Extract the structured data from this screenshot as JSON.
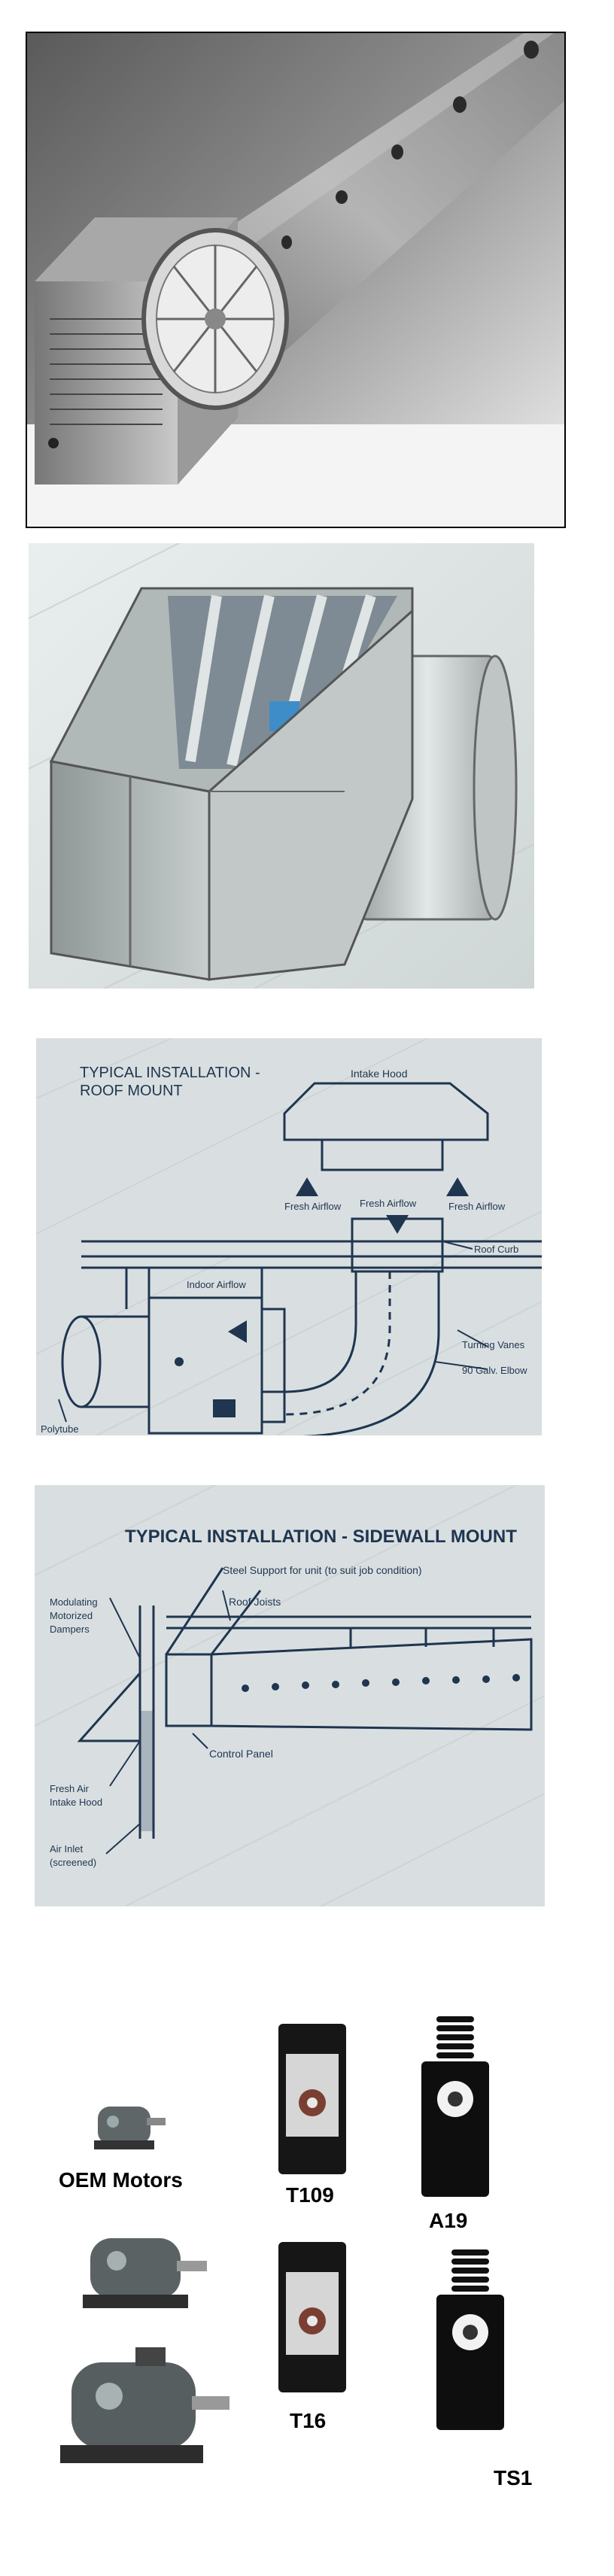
{
  "photos": {
    "duct": {
      "alt": "Polytube duct with intake housing"
    },
    "unit": {
      "alt": "Heater unit with louvers and round outlet"
    }
  },
  "roof_diagram": {
    "title_line1": "TYPICAL INSTALLATION -",
    "title_line2": "ROOF MOUNT",
    "intake_hood": "Intake Hood",
    "fresh_airflow_left": "Fresh Airflow",
    "fresh_airflow_center": "Fresh Airflow",
    "fresh_airflow_right": "Fresh Airflow",
    "roof_curb": "Roof Curb",
    "indoor_airflow": "Indoor Airflow",
    "turning_vanes": "Turning Vanes",
    "elbow": "90 Galv. Elbow",
    "polytube": "Polytube"
  },
  "sidewall_diagram": {
    "title": "TYPICAL INSTALLATION - SIDEWALL MOUNT",
    "steel_support": "Steel Support for unit (to suit job condition)",
    "roof_joists": "Roof Joists",
    "dampers": [
      "Modulating",
      "Motorized",
      "Dampers"
    ],
    "hood": [
      "Fresh Air",
      "Intake Hood"
    ],
    "control_panel": "Control Panel",
    "air_inlet": [
      "Air Inlet",
      "(screened)"
    ]
  },
  "products": {
    "motors_label": "OEM Motors",
    "t109": "T109",
    "a19": "A19",
    "t16": "T16",
    "ts1": "TS1"
  }
}
